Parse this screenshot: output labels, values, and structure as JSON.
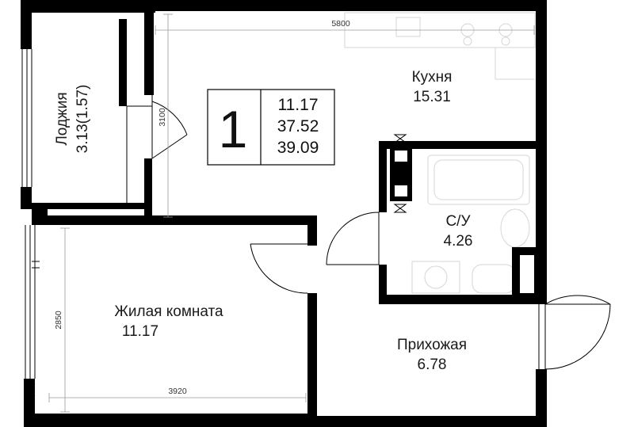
{
  "rooms": {
    "loggia": {
      "label": "Лоджия",
      "area": "3.13(1.57)"
    },
    "kitchen": {
      "label": "Кухня",
      "area": "15.31"
    },
    "bathroom": {
      "label": "С/У",
      "area": "4.26"
    },
    "living": {
      "label": "Жилая комната",
      "area": "11.17"
    },
    "hallway": {
      "label": "Прихожая",
      "area": "6.78"
    }
  },
  "dimensions": {
    "kitchen_width": "5800",
    "kitchen_depth": "3100",
    "living_width": "3920",
    "living_depth": "2850"
  },
  "summary": {
    "room_count": "1",
    "living_area": "11.17",
    "total_area": "37.52",
    "total_area_with_loggia": "39.09"
  }
}
